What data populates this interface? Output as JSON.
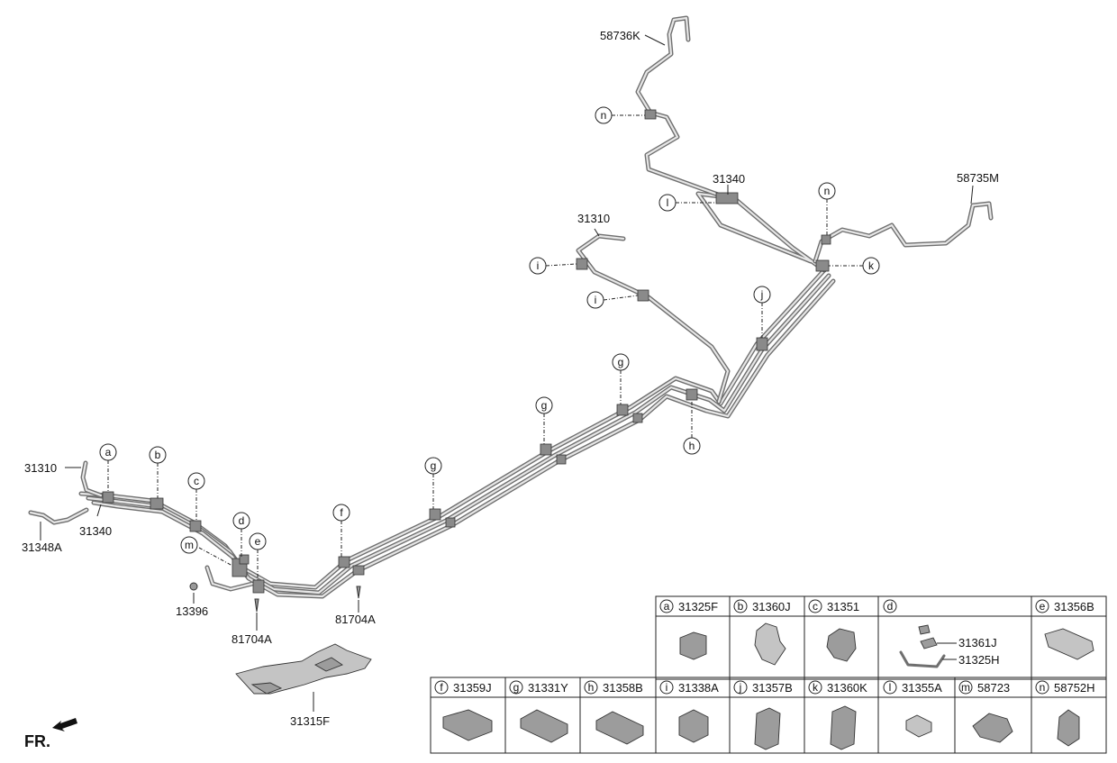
{
  "callout_labels": {
    "c31310_top": "31310",
    "c31340_top": "31340",
    "c58736K": "58736K",
    "c58735M": "58735M",
    "c31310_left": "31310",
    "c31340_left": "31340",
    "c31348A": "31348A",
    "c13396": "13396",
    "c81704A_a": "81704A",
    "c81704A_b": "81704A",
    "c31315F": "31315F"
  },
  "clip_letters": {
    "a": "a",
    "b": "b",
    "c": "c",
    "d": "d",
    "e": "e",
    "f": "f",
    "g": "g",
    "h": "h",
    "i": "i",
    "j": "j",
    "k": "k",
    "l": "l",
    "m": "m",
    "n": "n"
  },
  "parts_table": {
    "row1": [
      {
        "letter": "a",
        "part": "31325F"
      },
      {
        "letter": "b",
        "part": "31360J"
      },
      {
        "letter": "c",
        "part": "31351"
      },
      {
        "letter": "d",
        "part": ""
      },
      {
        "letter": "e",
        "part": "31356B"
      }
    ],
    "d_subparts": [
      "31361J",
      "31325H"
    ],
    "row2": [
      {
        "letter": "f",
        "part": "31359J"
      },
      {
        "letter": "g",
        "part": "31331Y"
      },
      {
        "letter": "h",
        "part": "31358B"
      },
      {
        "letter": "i",
        "part": "31338A"
      },
      {
        "letter": "j",
        "part": "31357B"
      },
      {
        "letter": "k",
        "part": "31360K"
      },
      {
        "letter": "l",
        "part": "31355A"
      },
      {
        "letter": "m",
        "part": "58723"
      },
      {
        "letter": "n",
        "part": "58752H"
      }
    ]
  },
  "direction_label": "FR.",
  "icons": [
    "front-arrow-icon"
  ]
}
